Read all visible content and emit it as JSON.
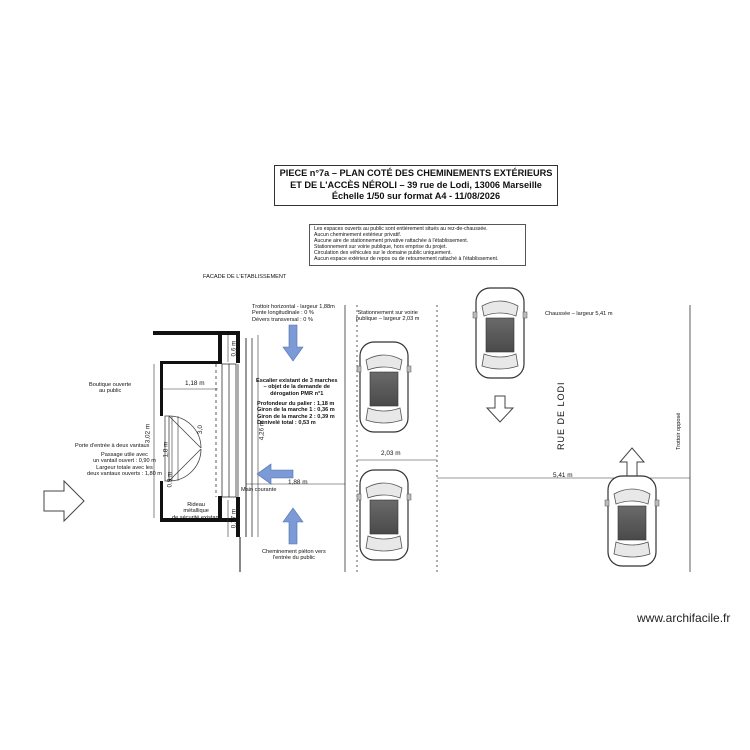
{
  "title": {
    "line1": "PIECE n°7a – PLAN COTÉ DES CHEMINEMENTS EXTÉRIEURS",
    "line2": "ET DE L'ACCÈS NÉROLI – 39 rue de Lodi, 13006 Marseille",
    "line3": "Échelle 1/50 sur format A4 - 11/08/2026"
  },
  "notes": [
    "Les espaces ouverts au public sont entièrement situés au rez-de-chaussée.",
    "Aucun cheminement extérieur privatif.",
    "Aucune aire de stationnement privative rattachée à l'établissement.",
    "Stationnement sur voirie publique, hors emprise du projet.",
    "Circulation des véhicules sur le domaine public uniquement.",
    "Aucun espace extérieur de repos ou de retournement rattaché à l'établissement."
  ],
  "labels": {
    "facade": "FACADE DE L'ETABLISSEMENT",
    "trottoir": [
      "Trottoir horizontal - largeur 1,88m",
      "Pente longitudinale : 0 %",
      "Dévers transversal : 0 %"
    ],
    "stationnement": [
      "Stationnement sur voirie",
      "publique – largeur 2,03 m"
    ],
    "chaussee": "Chaussée – largeur 5,41 m",
    "boutique": [
      "Boutique ouverte",
      "au public"
    ],
    "porte": "Porte d'entrée à deux vantaux",
    "passage": [
      "Passage utile avec",
      "un vantail ouvert : 0,90 m",
      "Largeur totale avec les",
      "deux vantaux ouverts : 1,80 m"
    ],
    "escalier": [
      "Escalier existant de 3 marches",
      "– objet de la demande de",
      "dérogation PMR n°1"
    ],
    "profondeur": [
      "Profondeur du palier : 1,18 m",
      "Giron de la marche 1 : 0,36 m",
      "Giron de la marche 2 : 0,39 m",
      "Dénivelé total : 0,53 m"
    ],
    "main_courante": "Main courante",
    "rideau": [
      "Rideau",
      "métallique",
      "de sécurité existant"
    ],
    "cheminement": [
      "Cheminement piéton vers",
      "l'entrée du public"
    ],
    "trottoir_oppose": "Trottoir opposé",
    "street": "RUE DE LODI"
  },
  "dimensions": {
    "d_118": "1,18 m",
    "d_302": "3,02 m",
    "d_18": "1,8 m",
    "d_09": "0,9 m",
    "d_06": "0,6 m",
    "d_426": "4,26 m",
    "d_077": "0,77 m",
    "d_18b": "3,0",
    "d_188": "1,88 m",
    "d_203": "2,03 m",
    "d_541": "5,41 m"
  },
  "watermark": "www.archifacile.fr",
  "colors": {
    "arrow_blue": "#7b9ad6",
    "wall": "#111111",
    "car_roof": "#5a5a5a"
  }
}
